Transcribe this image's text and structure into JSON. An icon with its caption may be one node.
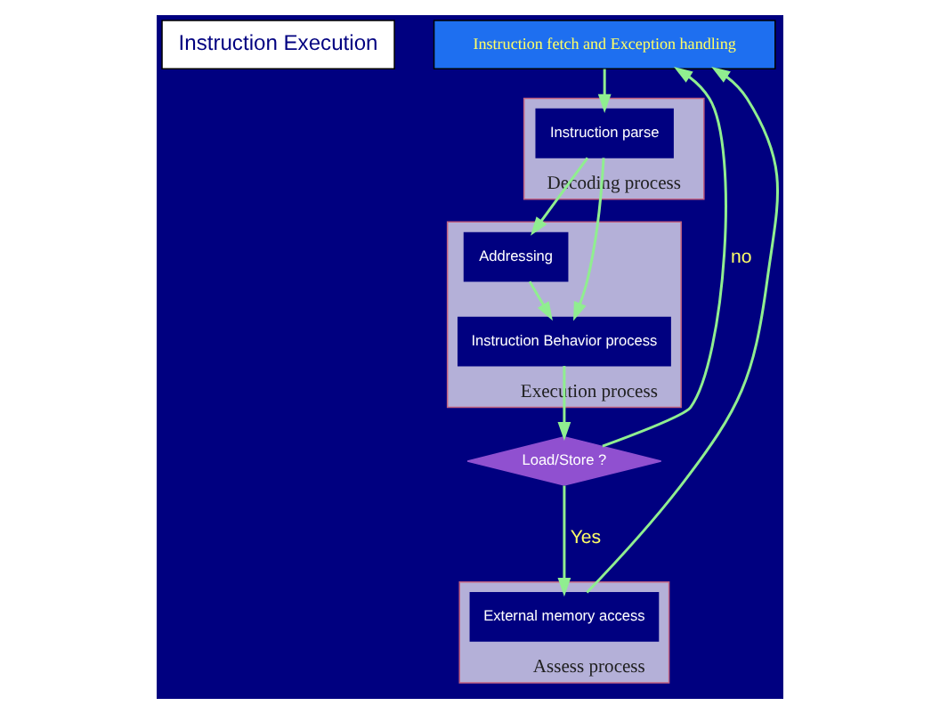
{
  "diagram": {
    "nodes": [
      {
        "text": [
          "Instruction Execution"
        ]
      },
      {
        "text": [
          "Instruction fetch and Exception handling"
        ]
      },
      {
        "text": [
          "Decoding process"
        ]
      },
      {
        "text": [
          "Instruction parse"
        ],
        "in": 2
      },
      {
        "text": [
          "Execution process"
        ]
      },
      {
        "text": [
          "Addressing"
        ],
        "in": 4
      },
      {
        "text": [
          "Instruction Behavior process"
        ],
        "in": 4
      },
      {
        "text": [
          "Load/Store ?"
        ]
      },
      {
        "text": [
          "Assess process"
        ]
      },
      {
        "text": [
          "External memory access"
        ],
        "in": 8
      }
    ],
    "edges": [
      {
        "from": 1,
        "to": 3,
        "arrow": "to"
      },
      {
        "from": 3,
        "to": 5,
        "arrow": "to"
      },
      {
        "from": 3,
        "to": 6,
        "arrow": "to"
      },
      {
        "from": 5,
        "to": 6,
        "arrow": "to"
      },
      {
        "from": 6,
        "to": 7,
        "arrow": "to"
      },
      {
        "from": 7,
        "to": 9,
        "label": "Yes",
        "arrow": "to"
      },
      {
        "from": 7,
        "to": 1,
        "label": "no",
        "arrow": "to"
      },
      {
        "from": 9,
        "to": 1,
        "arrow": "to"
      }
    ]
  }
}
